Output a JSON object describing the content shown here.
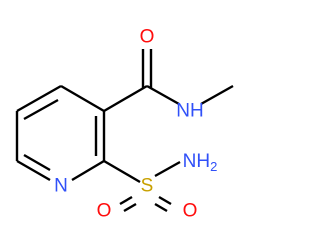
{
  "molecule": {
    "atoms": [
      {
        "id": "N_ring",
        "label": "N",
        "color": "#3050F8"
      },
      {
        "id": "S",
        "label": "S",
        "color": "#C8A000"
      },
      {
        "id": "O_sulfonyl_1",
        "label": "O",
        "color": "#FF0D0D"
      },
      {
        "id": "O_sulfonyl_2",
        "label": "O",
        "color": "#FF0D0D"
      },
      {
        "id": "NH2",
        "label": "NH2",
        "color": "#3050F8"
      },
      {
        "id": "O_carbonyl",
        "label": "O",
        "color": "#FF0D0D"
      },
      {
        "id": "NH_amide",
        "label": "NH",
        "color": "#3050F8"
      }
    ],
    "bond_color": "#000000"
  }
}
